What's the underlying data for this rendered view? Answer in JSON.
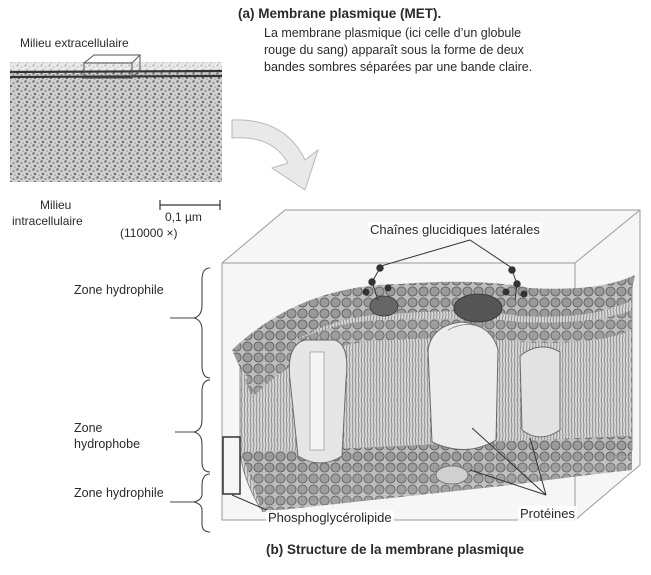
{
  "panel_a": {
    "title": "(a) Membrane plasmique (MET).",
    "description": "La membrane plasmique (ici celle d’un globule rouge du sang) apparaît sous la forme de deux bandes sombres séparées par une bande claire.",
    "label_top": "Milieu extracellulaire",
    "label_bottom_1": "Milieu",
    "label_bottom_2": "intracellulaire",
    "scale": "0,1 µm",
    "magnification": "(110000 ×)"
  },
  "panel_b": {
    "title": "(b) Structure de la membrane plasmique",
    "zones": [
      "Zone hydrophile",
      "Zone hydrophobe",
      "Zone hydrophile"
    ],
    "labels": {
      "chains": "Chaînes glucidiques latérales",
      "phospho": "Phosphoglycérolipide",
      "proteins": "Protéines"
    }
  },
  "colors": {
    "membrane_heads": "#9a9a9a",
    "protein": "#e6e6e6",
    "text": "#2a2a2a"
  }
}
